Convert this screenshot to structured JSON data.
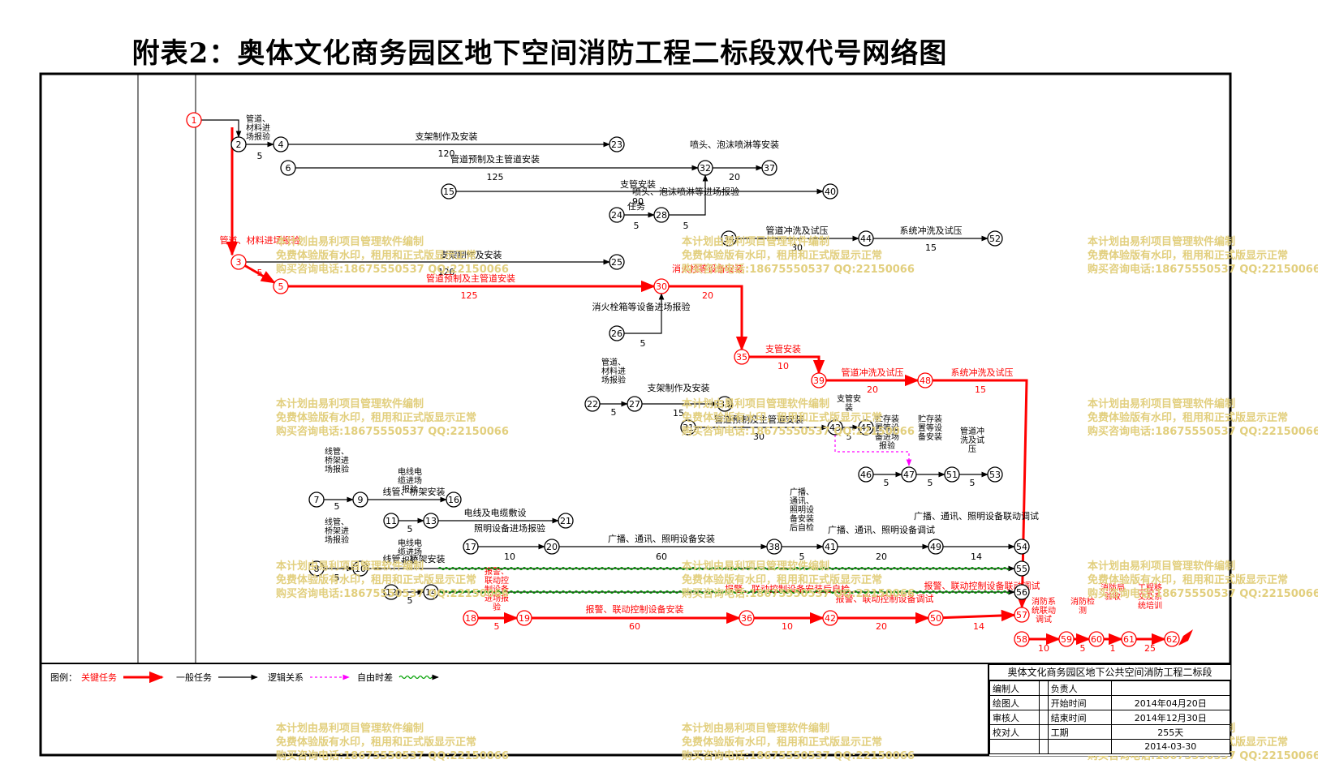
{
  "title": "附表2：奥体文化商务园区地下空间消防工程二标段双代号网络图",
  "colors": {
    "critical": "#ff0000",
    "normal": "#000000",
    "logic": "#ff00ff",
    "float": "#00a000",
    "watermark": "#e2cf7e"
  },
  "nodes": [
    {
      "id": "1",
      "critical": true
    },
    {
      "id": "2",
      "critical": false
    },
    {
      "id": "3",
      "critical": true
    },
    {
      "id": "4",
      "critical": false
    },
    {
      "id": "5",
      "critical": true
    },
    {
      "id": "6",
      "critical": false
    },
    {
      "id": "7",
      "critical": false
    },
    {
      "id": "8",
      "critical": false
    },
    {
      "id": "9",
      "critical": false
    },
    {
      "id": "10",
      "critical": false
    },
    {
      "id": "11",
      "critical": false
    },
    {
      "id": "12",
      "critical": false
    },
    {
      "id": "13",
      "critical": false
    },
    {
      "id": "14",
      "critical": false
    },
    {
      "id": "15",
      "critical": false
    },
    {
      "id": "16",
      "critical": false
    },
    {
      "id": "17",
      "critical": false
    },
    {
      "id": "18",
      "critical": true
    },
    {
      "id": "19",
      "critical": true
    },
    {
      "id": "20",
      "critical": false
    },
    {
      "id": "21",
      "critical": false
    },
    {
      "id": "22",
      "critical": false
    },
    {
      "id": "23",
      "critical": false
    },
    {
      "id": "24",
      "critical": false
    },
    {
      "id": "25",
      "critical": false
    },
    {
      "id": "26",
      "critical": false
    },
    {
      "id": "27",
      "critical": false
    },
    {
      "id": "28",
      "critical": false
    },
    {
      "id": "30",
      "critical": true
    },
    {
      "id": "31",
      "critical": false
    },
    {
      "id": "32",
      "critical": false
    },
    {
      "id": "33",
      "critical": false
    },
    {
      "id": "34",
      "critical": false
    },
    {
      "id": "35",
      "critical": true
    },
    {
      "id": "36",
      "critical": true
    },
    {
      "id": "37",
      "critical": false
    },
    {
      "id": "38",
      "critical": false
    },
    {
      "id": "39",
      "critical": true
    },
    {
      "id": "40",
      "critical": false
    },
    {
      "id": "41",
      "critical": false
    },
    {
      "id": "42",
      "critical": true
    },
    {
      "id": "43",
      "critical": false
    },
    {
      "id": "44",
      "critical": false
    },
    {
      "id": "45",
      "critical": false
    },
    {
      "id": "46",
      "critical": false
    },
    {
      "id": "47",
      "critical": false
    },
    {
      "id": "48",
      "critical": true
    },
    {
      "id": "49",
      "critical": false
    },
    {
      "id": "50",
      "critical": true
    },
    {
      "id": "51",
      "critical": false
    },
    {
      "id": "52",
      "critical": false
    },
    {
      "id": "53",
      "critical": false
    },
    {
      "id": "54",
      "critical": false
    },
    {
      "id": "55",
      "critical": false
    },
    {
      "id": "56",
      "critical": false
    },
    {
      "id": "57",
      "critical": true
    },
    {
      "id": "58",
      "critical": true
    },
    {
      "id": "59",
      "critical": true
    },
    {
      "id": "60",
      "critical": true
    },
    {
      "id": "61",
      "critical": true
    },
    {
      "id": "62",
      "critical": true
    }
  ],
  "activities": [
    {
      "from": "1",
      "to": "2",
      "name": "",
      "duration": ""
    },
    {
      "from": "1",
      "to": "3",
      "name": "",
      "duration": ""
    },
    {
      "from": "2",
      "to": "4",
      "name": "管道、材料进场报验",
      "duration": "5"
    },
    {
      "from": "4",
      "to": "23",
      "name": "支架制作及安装",
      "duration": "120"
    },
    {
      "from": "6",
      "to": "32",
      "name": "管道预制及主管道安装",
      "duration": "125"
    },
    {
      "from": "32",
      "to": "37",
      "name": "喷头、泡沫喷淋等安装",
      "duration": "20"
    },
    {
      "from": "15",
      "to": "40",
      "name": "支管安装",
      "duration": "90"
    },
    {
      "from": "24",
      "to": "28",
      "name": "任务",
      "duration": "5"
    },
    {
      "from": "28",
      "to": "32",
      "name": "喷头、泡沫喷淋等进场报验",
      "duration": "5"
    },
    {
      "from": "34",
      "to": "44",
      "name": "管道冲洗及试压",
      "duration": "30"
    },
    {
      "from": "44",
      "to": "52",
      "name": "系统冲洗及试压",
      "duration": "15"
    },
    {
      "from": "3",
      "to": "5",
      "name": "管道、材料进场报验",
      "duration": "5"
    },
    {
      "from": "3",
      "to": "25",
      "name": "支架制作及安装",
      "duration": "120"
    },
    {
      "from": "5",
      "to": "30",
      "name": "管道预制及主管道安装",
      "duration": "125"
    },
    {
      "from": "30",
      "to": "35",
      "name": "消火栓等设备安装",
      "duration": "20"
    },
    {
      "from": "26",
      "to": "30",
      "name": "消火栓箱等设备进场报验",
      "duration": "5"
    },
    {
      "from": "35",
      "to": "39",
      "name": "支管安装",
      "duration": "10"
    },
    {
      "from": "39",
      "to": "48",
      "name": "管道冲洗及试压",
      "duration": "20"
    },
    {
      "from": "48",
      "to": "57",
      "name": "系统冲洗及试压",
      "duration": "15"
    },
    {
      "from": "22",
      "to": "27",
      "name": "管道、材料进场报验",
      "duration": "5"
    },
    {
      "from": "27",
      "to": "33",
      "name": "支架制作及安装",
      "duration": "15"
    },
    {
      "from": "31",
      "to": "43",
      "name": "管道预制及主管道安装",
      "duration": "30"
    },
    {
      "from": "43",
      "to": "45",
      "name": "支管安装",
      "duration": "5"
    },
    {
      "from": "46",
      "to": "47",
      "name": "贮存装置等设备进场报验",
      "duration": "5"
    },
    {
      "from": "47",
      "to": "51",
      "name": "贮存装置等设备安装",
      "duration": "5"
    },
    {
      "from": "51",
      "to": "53",
      "name": "管道冲洗及试压",
      "duration": "5"
    },
    {
      "from": "7",
      "to": "9",
      "name": "线管、桥架进场报验",
      "duration": "5"
    },
    {
      "from": "9",
      "to": "16",
      "name": "线管、桥架安装",
      "duration": ""
    },
    {
      "from": "11",
      "to": "13",
      "name": "电线电缆进场报验",
      "duration": "5"
    },
    {
      "from": "13",
      "to": "21",
      "name": "电线及电缆敷设",
      "duration": ""
    },
    {
      "from": "17",
      "to": "20",
      "name": "照明设备进场报验",
      "duration": "10"
    },
    {
      "from": "20",
      "to": "38",
      "name": "广播、通讯、照明设备安装",
      "duration": "60"
    },
    {
      "from": "38",
      "to": "41",
      "name": "广播、通讯、照明设备安装后自检",
      "duration": "5"
    },
    {
      "from": "41",
      "to": "49",
      "name": "广播、通讯、照明设备调试",
      "duration": "20"
    },
    {
      "from": "49",
      "to": "54",
      "name": "广播、通讯、照明设备联动调试",
      "duration": "14"
    },
    {
      "from": "8",
      "to": "10",
      "name": "线管、桥架进场报验",
      "duration": "5"
    },
    {
      "from": "10",
      "to": "55",
      "name": "线管、桥架安装",
      "duration": ""
    },
    {
      "from": "12",
      "to": "14",
      "name": "电线电缆进场报验",
      "duration": "5"
    },
    {
      "from": "14",
      "to": "56",
      "name": "",
      "duration": ""
    },
    {
      "from": "18",
      "to": "19",
      "name": "报警、联动控制设备进场报验",
      "duration": "5"
    },
    {
      "from": "19",
      "to": "36",
      "name": "报警、联动控制设备安装",
      "duration": "60"
    },
    {
      "from": "36",
      "to": "42",
      "name": "报警、联动控制设备安装后自检",
      "duration": "10"
    },
    {
      "from": "42",
      "to": "50",
      "name": "报警、联动控制设备调试",
      "duration": "20"
    },
    {
      "from": "50",
      "to": "57",
      "name": "报警、联动控制设备联动调试",
      "duration": "14"
    },
    {
      "from": "58",
      "to": "59",
      "name": "消防系统联动调试",
      "duration": "10"
    },
    {
      "from": "59",
      "to": "60",
      "name": "消防检测",
      "duration": "5"
    },
    {
      "from": "60",
      "to": "61",
      "name": "消防局验收",
      "duration": "1"
    },
    {
      "from": "61",
      "to": "62",
      "name": "工程移交及系统培训",
      "duration": "25"
    }
  ],
  "legend": {
    "prefix": "图例：",
    "items": [
      {
        "label": "关键任务",
        "kind": "critical"
      },
      {
        "label": "一般任务",
        "kind": "normal"
      },
      {
        "label": "逻辑关系",
        "kind": "logic"
      },
      {
        "label": "自由时差",
        "kind": "float"
      }
    ]
  },
  "title_block": {
    "heading": "奥体文化商务园区地下公共空间消防工程二标段",
    "rows": [
      [
        "编制人",
        "",
        "负责人",
        ""
      ],
      [
        "绘图人",
        "",
        "开始时间",
        "2014年04月20日"
      ],
      [
        "审核人",
        "",
        "结束时间",
        "2014年12月30日"
      ],
      [
        "校对人",
        "",
        "工期",
        "255天"
      ],
      [
        "",
        "",
        "",
        "2014-03-30"
      ]
    ]
  },
  "watermark": [
    "本计划由易利项目管理软件编制",
    "免费体验版有水印，租用和正式版显示正常",
    "购买咨询电话:18675550537 QQ:22150066"
  ]
}
